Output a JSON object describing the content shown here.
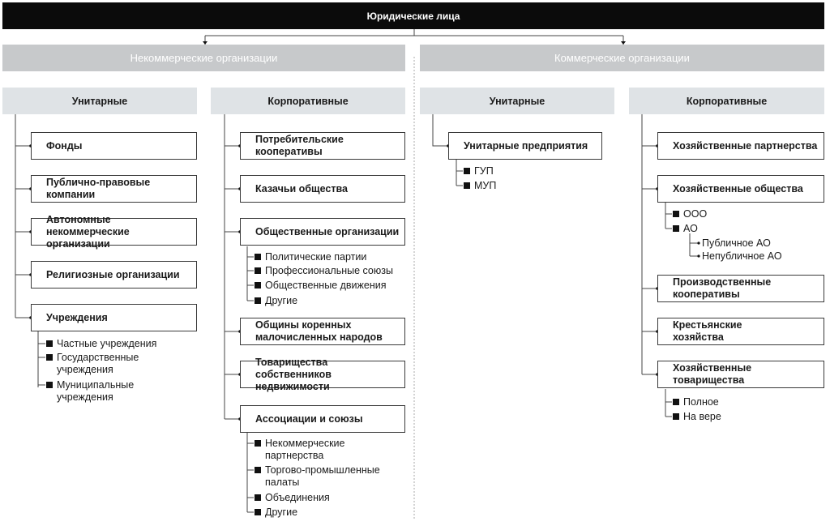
{
  "title": "Юридические лица",
  "noncommercial": {
    "label": "Некоммерческие организации",
    "unitary": {
      "label": "Унитарные",
      "items": [
        "Фонды",
        "Публично-правовые\nкомпании",
        "Автономные некоммерческие\nорганизации",
        "Религиозные организации",
        "Учреждения"
      ],
      "institutions": [
        "Частные учреждения",
        "Государственные\nучреждения",
        "Муниципальные\nучреждения"
      ]
    },
    "corporate": {
      "label": "Корпоративные",
      "items": [
        "Потребительские\nкооперативы",
        "Казачьи общества",
        "Общественные организации",
        "Общины коренных\nмалочисленных народов",
        "Товарищества собственников\nнедвижимости",
        "Ассоциации и союзы"
      ],
      "public_orgs": [
        "Политические партии",
        "Профессиональные союзы",
        "Общественные движения",
        "Другие"
      ],
      "associations": [
        "Некоммерческие\nпартнерства",
        "Торгово-промышленные\nпалаты",
        "Объединения",
        "Другие"
      ]
    }
  },
  "commercial": {
    "label": "Коммерческие организации",
    "unitary": {
      "label": "Унитарные",
      "items": [
        "Унитарные предприятия"
      ],
      "enterprises": [
        "ГУП",
        "МУП"
      ]
    },
    "corporate": {
      "label": "Корпоративные",
      "items": [
        "Хозяйственные партнерства",
        "Хозяйственные общества",
        "Производственные\nкооперативы",
        "Крестьянские\nхозяйства",
        "Хозяйственные\nтоварищества"
      ],
      "societies": [
        "ООО",
        "АО"
      ],
      "joint_stock": [
        "Публичное АО",
        "Непубличное АО"
      ],
      "partnerships": [
        "Полное",
        "На вере"
      ]
    }
  }
}
